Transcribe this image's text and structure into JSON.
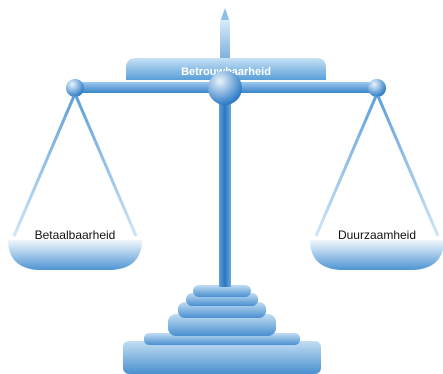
{
  "diagram": {
    "top_label": "Betrouwbaarheid",
    "left_pan_label": "Betaalbaarheid",
    "right_pan_label": "Duurzaamheid"
  }
}
